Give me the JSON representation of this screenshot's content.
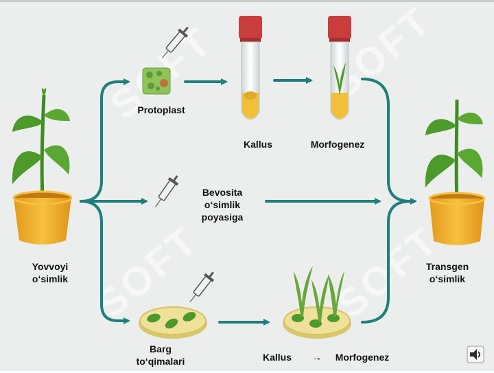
{
  "labels": {
    "protoplast": "Protoplast",
    "kallus_top": "Kallus",
    "morfogenez_top": "Morfogenez",
    "direct": "Bevosita\no‘simlik\npoyasiga",
    "wild": "Yovvoyi\no‘simlik",
    "transgenic": "Transgen\no‘simlik",
    "leaf_pieces": "Barg\nto‘qimalari",
    "kallus_bottom": "Kallus",
    "arrow_small": "→",
    "morfogenez_bottom": "Morfogenez"
  },
  "watermark": "SOFT",
  "icons": [
    "plant-icon",
    "syringe-icon",
    "test-tube-icon",
    "petri-dish-icon",
    "speaker-icon"
  ],
  "colors": {
    "arrow": "#1f7f7c",
    "pot": "#f3b12a",
    "leaf": "#4c9a2a",
    "tube_cap": "#c93d3d"
  }
}
